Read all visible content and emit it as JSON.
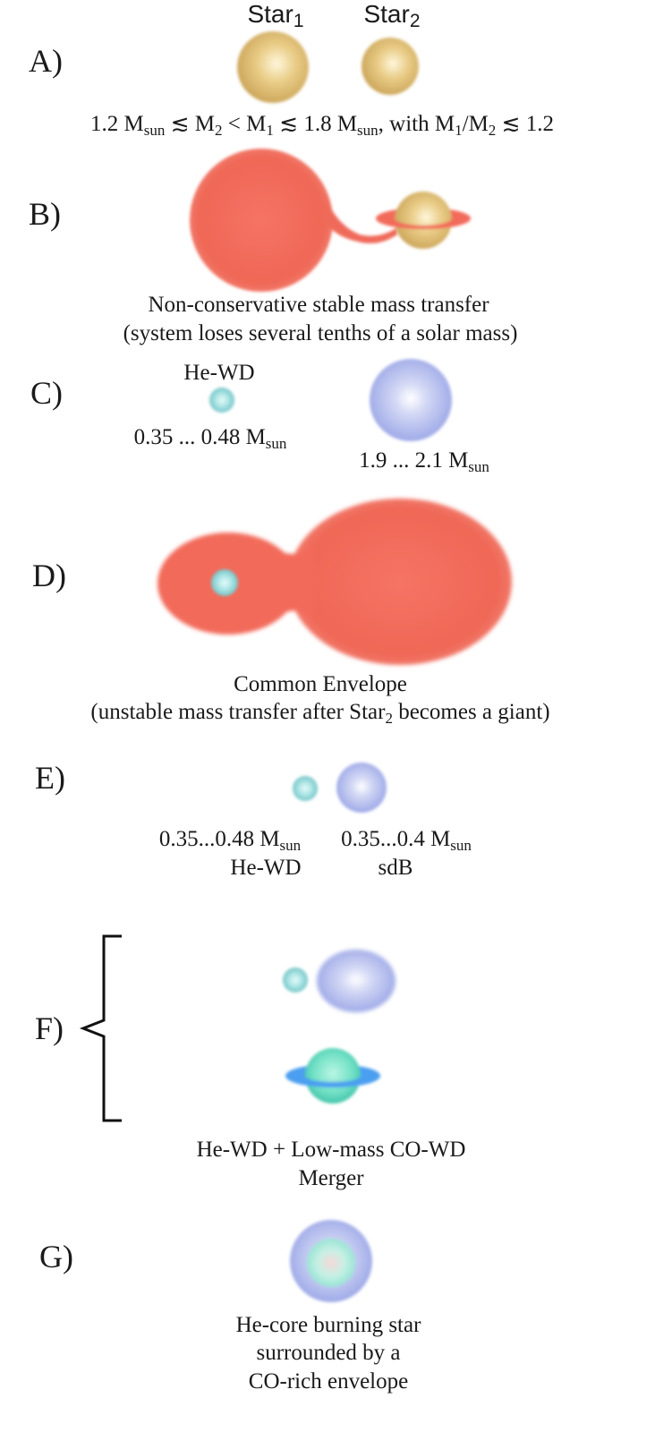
{
  "colors": {
    "yellow_star": "#d9b66a",
    "red_giant": "#f2685a",
    "blue_star": "#a6b1ea",
    "he_wd": "#7cc9cc",
    "co_wd": "#6fdcc1",
    "disk_blue": "#4c9ff0"
  },
  "icons": [
    "star-1-icon",
    "star-2-icon",
    "red-giant-icon",
    "accretion-disk-icon",
    "he-wd-icon",
    "blue-star-icon",
    "common-envelope-icon",
    "sdb-icon",
    "co-wd-icon",
    "merger-product-icon",
    "bracket-icon"
  ],
  "stages": {
    "a": {
      "label": "A)",
      "star1": {
        "name": "Star",
        "sub": "1"
      },
      "star2": {
        "name": "Star",
        "sub": "2"
      },
      "condition": {
        "p1": "1.2 M",
        "sun1": "sun",
        "p2": " ≲ M",
        "n2a": "2",
        "p3": " < M",
        "n1a": "1",
        "p4": " ≲ 1.8 M",
        "sun2": "sun",
        "p5": ", with M",
        "n1b": "1",
        "p6": "/M",
        "n2b": "2",
        "p7": " ≲ 1.2"
      }
    },
    "b": {
      "label": "B)",
      "line1": "Non-conservative stable mass transfer",
      "line2": "(system loses several tenths of a solar mass)"
    },
    "c": {
      "label": "C)",
      "wd_label": "He-WD",
      "wd_mass": "0.35 ... 0.48 M",
      "wd_mass_sub": "sun",
      "star_mass": "1.9 ... 2.1 M",
      "star_mass_sub": "sun"
    },
    "d": {
      "label": "D)",
      "line1": "Common Envelope",
      "line2a": "(unstable mass transfer after Star",
      "line2sub": "2",
      "line2b": " becomes a giant)"
    },
    "e": {
      "label": "E)",
      "wd_mass": "0.35...0.48 M",
      "wd_mass_sub": "sun",
      "wd_name": "He-WD",
      "sdb_mass": "0.35...0.4 M",
      "sdb_mass_sub": "sun",
      "sdb_name": "sdB"
    },
    "f": {
      "label": "F)",
      "line1": "He-WD + Low-mass CO-WD",
      "line2": "Merger"
    },
    "g": {
      "label": "G)",
      "line1": "He-core burning star",
      "line2": "surrounded by a",
      "line3": "CO-rich envelope"
    }
  }
}
